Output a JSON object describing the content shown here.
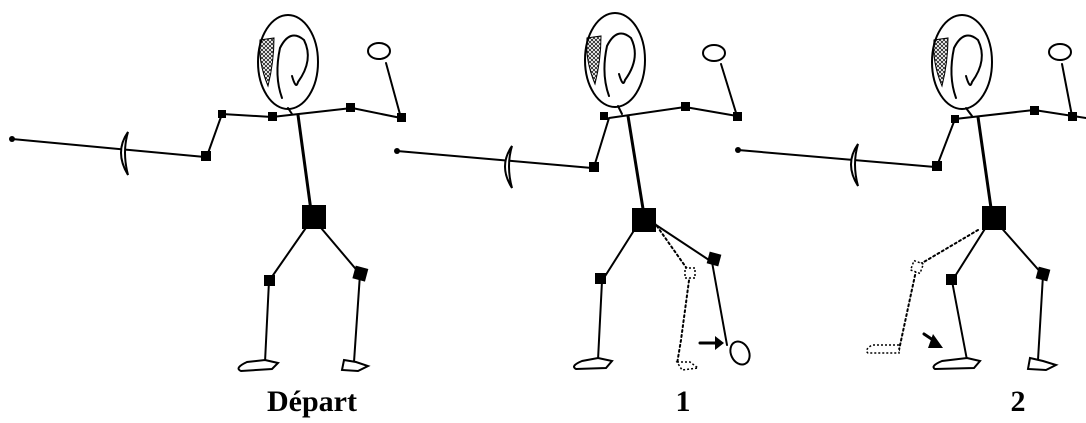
{
  "figures": [
    {
      "id": "start",
      "caption": "Départ",
      "pose": "start"
    },
    {
      "id": "step1",
      "caption": "1",
      "pose": "step1"
    },
    {
      "id": "step2",
      "caption": "2",
      "pose": "step2"
    }
  ]
}
